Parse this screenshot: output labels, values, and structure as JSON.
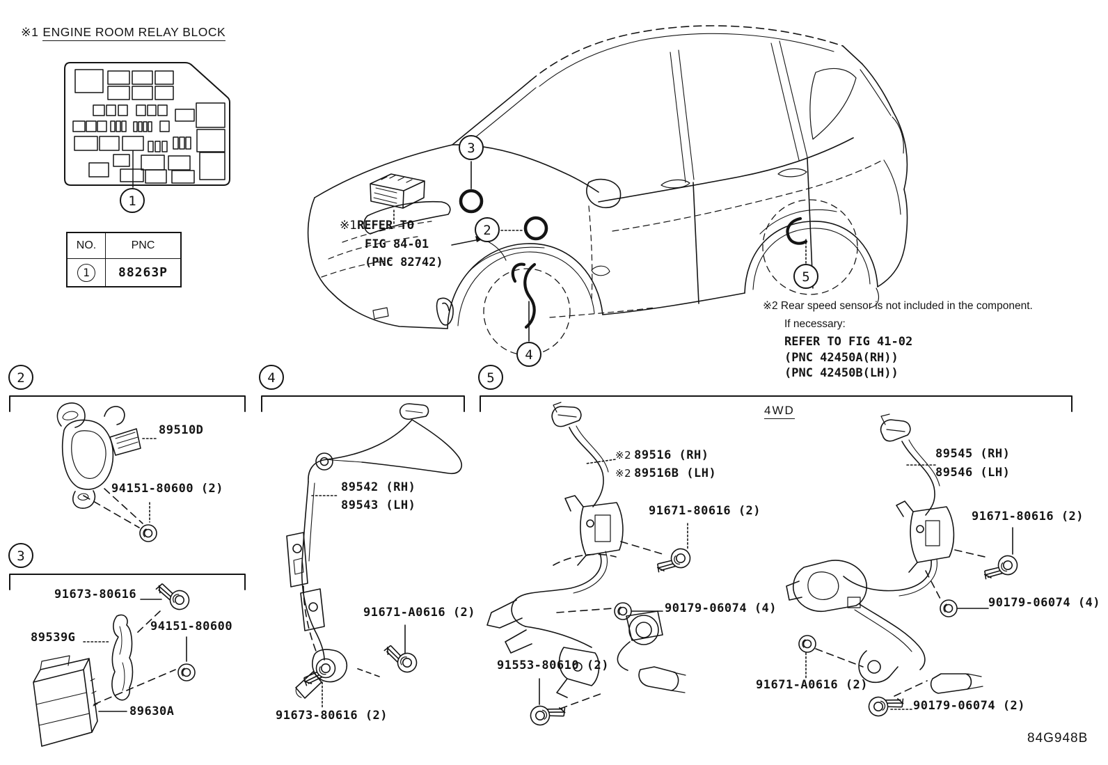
{
  "colors": {
    "line": "#141414",
    "background": "#ffffff"
  },
  "header": {
    "note_prefix": "※1",
    "title": "ENGINE ROOM RELAY BLOCK"
  },
  "pnc_table": {
    "col_no": "NO.",
    "col_pnc": "PNC",
    "row_no": "1",
    "row_pnc": "88263P"
  },
  "callouts": {
    "n1": "1",
    "n2": "2",
    "n3": "3",
    "n4": "4",
    "n5": "5"
  },
  "car": {
    "relay_note": {
      "prefix": "※1",
      "line1": "REFER TO",
      "line2": "FIG 84-01",
      "line3": "(PNC 82742)"
    }
  },
  "rear_note": {
    "prefix": "※2",
    "line1": "Rear speed sensor is not included in the component.",
    "line2": "If necessary:",
    "line3": "REFER TO FIG 41-02",
    "line4": "(PNC 42450A(RH))",
    "line5": "(PNC 42450B(LH))"
  },
  "sections": {
    "drive_type": "4WD"
  },
  "parts": {
    "part_89510D": "89510D",
    "nut_94151_80600_2": "94151-80600 (2)",
    "bolt_91673_80616": "91673-80616",
    "nut_94151_80600": "94151-80600",
    "part_89539G": "89539G",
    "part_89630A": "89630A",
    "part_89542_rh": "89542 (RH)",
    "part_89543_lh": "89543 (LH)",
    "bolt_91671_A0616_2": "91671-A0616 (2)",
    "bolt_91673_80616_2": "91673-80616 (2)",
    "ref2_prefix": "※2",
    "part_89516_rh": "89516 (RH)",
    "part_89516b_lh": "89516B (LH)",
    "bolt_91671_80616_2_left": "91671-80616 (2)",
    "nut_90179_06074_4_left": "90179-06074 (4)",
    "bolt_91553_80610_2": "91553-80610 (2)",
    "part_89545_rh": "89545 (RH)",
    "part_89546_lh": "89546 (LH)",
    "bolt_91671_80616_2_right": "91671-80616 (2)",
    "nut_90179_06074_4_right": "90179-06074 (4)",
    "nut_91671_A0616_2_right": "91671-A0616 (2)",
    "bolt_90179_06074_2": "90179-06074 (2)"
  },
  "footer": {
    "diagram_code": "84G948B"
  }
}
